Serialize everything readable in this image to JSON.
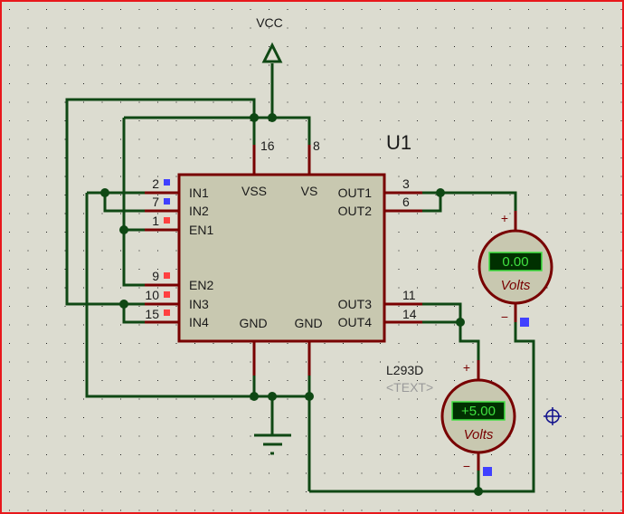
{
  "schematic": {
    "component": {
      "ref": "U1",
      "part": "L293D",
      "text_placeholder": "<TEXT>",
      "left_pins": [
        {
          "name": "IN1",
          "number": "2",
          "marker": "blue"
        },
        {
          "name": "IN2",
          "number": "7",
          "marker": "blue"
        },
        {
          "name": "EN1",
          "number": "1",
          "marker": "red"
        },
        {
          "name": "EN2",
          "number": "9",
          "marker": "red"
        },
        {
          "name": "IN3",
          "number": "10",
          "marker": "red"
        },
        {
          "name": "IN4",
          "number": "15",
          "marker": "red"
        }
      ],
      "right_pins": [
        {
          "name": "OUT1",
          "number": "3"
        },
        {
          "name": "OUT2",
          "number": "6"
        },
        {
          "name": "OUT3",
          "number": "11"
        },
        {
          "name": "OUT4",
          "number": "14"
        }
      ],
      "top_pins": [
        {
          "name": "VSS",
          "number": "16"
        },
        {
          "name": "VS",
          "number": "8"
        }
      ],
      "bottom_pins": [
        {
          "name": "GND"
        },
        {
          "name": "GND"
        }
      ]
    },
    "power": {
      "label": "VCC"
    },
    "voltmeters": [
      {
        "name": "voltmeter-1",
        "reading": "0.00",
        "unit": "Volts",
        "plus": "+",
        "minus": "−"
      },
      {
        "name": "voltmeter-2",
        "reading": "+5.00",
        "unit": "Volts",
        "plus": "+",
        "minus": "−"
      }
    ],
    "colors": {
      "background": "#dcdcd0",
      "border": "#e8181c",
      "wire": "#0f4814",
      "pin": "#780000",
      "chip_fill": "#c8c8b0",
      "lcd_bg": "#003000",
      "lcd_text": "#40e040",
      "marker_blue": "#4040ff",
      "marker_red": "#ff4040",
      "cursor": "#10108c"
    }
  }
}
